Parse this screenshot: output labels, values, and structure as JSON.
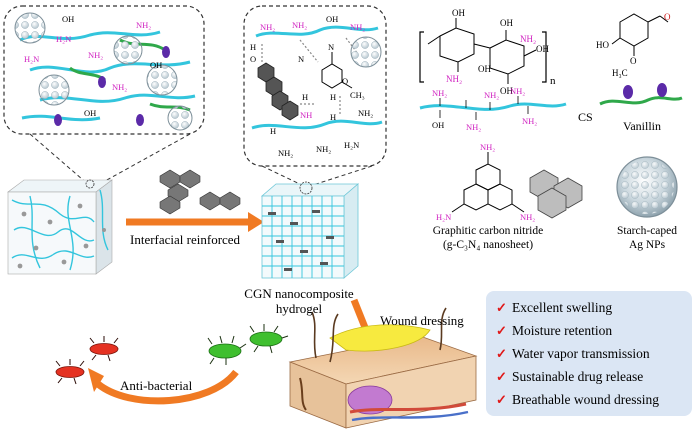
{
  "labels": {
    "interfacial": "Interfacial reinforced",
    "cgn_line1": "CGN nanocomposite",
    "cgn_line2": "hydrogel",
    "wound": "Wound dressing",
    "antibacterial": "Anti-bacterial",
    "cs": "CS",
    "vanillin": "Vanillin",
    "gcn_line1": "Graphitic carbon nitride",
    "gcn_line2": "(g-C₃N₄ nanosheet)",
    "ag_line1": "Starch-caped",
    "ag_line2": "Ag NPs",
    "n_sub": "n"
  },
  "chem": {
    "oh": "OH",
    "nh2": "NH₂",
    "h2n": "H₂N",
    "nh": "NH",
    "ch3": "CH₃",
    "h3c": "H₃C",
    "h": "H",
    "o": "O",
    "n": "N",
    "ho": "HO"
  },
  "features": [
    "Excellent swelling",
    "Moisture retention",
    "Water vapor transmission",
    "Sustainable drug release",
    "Breathable wound dressing"
  ],
  "colors": {
    "chain": "#33c5dd",
    "nh2_text": "#d020c0",
    "arrow": "#f07a23",
    "check": "#e01818",
    "feature_box": "#dbe6f4",
    "bacteria_red": "#e53222",
    "bacteria_green": "#3fbf2f",
    "vanillin_green": "#2fa84a",
    "vanillin_purple": "#5b2aa8"
  }
}
